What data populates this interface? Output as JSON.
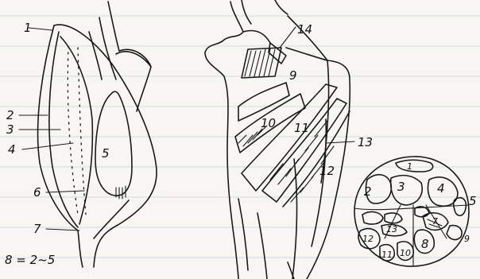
{
  "labels": {
    "left": {
      "l1": "1",
      "l2": "2",
      "l3": "3",
      "l4": "4",
      "l5": "5",
      "l6": "6",
      "l7": "7"
    },
    "middle": {
      "l9": "9",
      "l10": "10",
      "l11": "11",
      "l12": "12",
      "l13": "13",
      "l14": "14"
    },
    "right": {
      "r1": "1",
      "r2": "2",
      "r3": "3",
      "r4": "4",
      "r5": "5",
      "r7": "7",
      "r8": "8",
      "r9": "9",
      "r10": "10",
      "r11": "11",
      "r12": "12",
      "r13": "13"
    }
  },
  "footnote": "8 = 2~5",
  "colors": {
    "ink": "#1a1a1a",
    "paper": "#f7f6f2",
    "rule": "#c9d2e0"
  }
}
